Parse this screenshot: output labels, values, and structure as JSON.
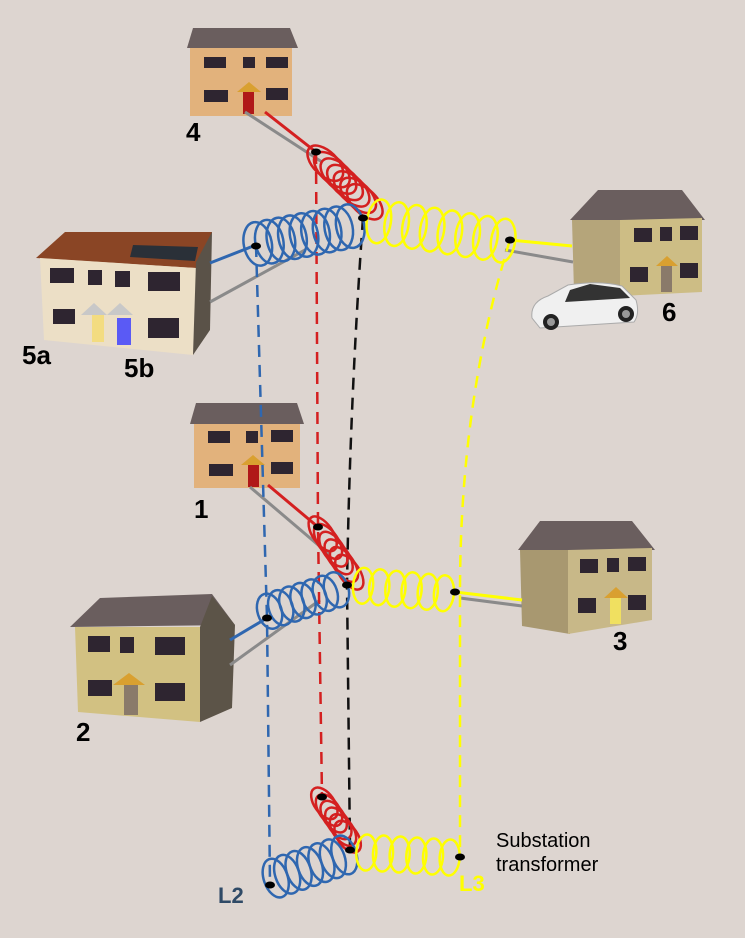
{
  "labels": {
    "house_1": "1",
    "house_2": "2",
    "house_3": "3",
    "house_4": "4",
    "house_5a": "5a",
    "house_5b": "5b",
    "house_6": "6",
    "phase_l2": "L2",
    "phase_l3": "L3",
    "substation_line1": "Substation",
    "substation_line2": "transformer"
  },
  "colors": {
    "background": "#ddd5d0",
    "phase_red": "#d42020",
    "phase_blue": "#2f67b0",
    "phase_yellow": "#ffff00",
    "neutral": "#111111",
    "earth": "#8a8a8a",
    "l2_label": "#2f4a66"
  }
}
